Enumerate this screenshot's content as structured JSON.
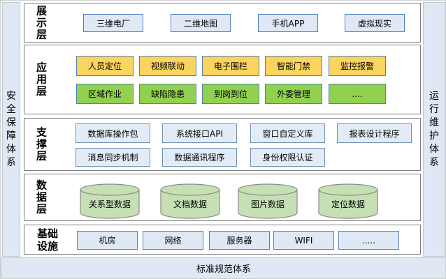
{
  "bars": {
    "left": "安全保障体系",
    "right": "运行维护体系",
    "bottom": "标准规范体系"
  },
  "colors": {
    "bar_fill": "#dfe9f5",
    "box_blue_fill": "#dfe9f5",
    "box_blue_border": "#4f81bd",
    "box_yellow_fill": "#fbd35f",
    "box_green_fill": "#92d050",
    "cylinder_fill": "#c6e0b4",
    "cylinder_border": "#8a8a8a",
    "tier_border": "#7d7d7d"
  },
  "tiers": [
    {
      "label": "展示层",
      "items": [
        "三维电厂",
        "二维地图",
        "手机APP",
        "虚拟现实"
      ]
    },
    {
      "label": "应用层",
      "row_yellow": [
        "人员定位",
        "视频联动",
        "电子围栏",
        "智能门禁",
        "监控报警"
      ],
      "row_green": [
        "区域作业",
        "缺陷隐患",
        "到岗到位",
        "外委管理",
        "...."
      ]
    },
    {
      "label": "支撑层",
      "row1": [
        "数据库操作包",
        "系统接口API",
        "窗口自定义库",
        "报表设计程序"
      ],
      "row2": [
        "消息同步机制",
        "数据通讯程序",
        "身份权限认证"
      ]
    },
    {
      "label": "数据层",
      "items": [
        "关系型数据",
        "文档数据",
        "图片数据",
        "定位数据"
      ]
    },
    {
      "label": "基础设施",
      "items": [
        "机房",
        "网络",
        "服务器",
        "WIFI",
        "....."
      ]
    }
  ]
}
